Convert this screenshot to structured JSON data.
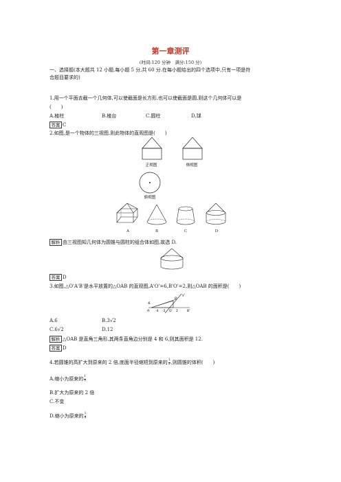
{
  "title": "第一章测评",
  "subtitle": "(时间:120 分钟　满分:150 分)",
  "section1": {
    "heading": "一、选择题(本大题共 12 小题,每小题 5 分,共 60 分.在每小题给出的四个选项中,只有一项是符",
    "heading_cont": "合题目要求的)"
  },
  "q1": {
    "stem": "1.用一个平面去截一个几何体,可以使截面是长方形,也可以使截面是圆,则这个几何体可以是",
    "stem_cont": "(　　)",
    "options": [
      "A.棱柱",
      "B.棱台",
      "C.圆柱",
      "D.球"
    ],
    "answer_tag": "答案",
    "answer": "C"
  },
  "q2": {
    "stem": "2.如图,是一个物体的三视图,则此物体的直观图是(　　)",
    "view_labels": [
      "正视图",
      "侧视图",
      "俯视图"
    ],
    "choice_labels": [
      "A",
      "B",
      "C",
      "D"
    ],
    "analysis_tag": "解析",
    "analysis": "由三视图知几何体为圆锥与圆柱的组合体如图,故选 D.",
    "answer_tag": "答案",
    "answer": "D"
  },
  "q3": {
    "stem": "3.如图,△O'A'B'是水平放置的△OAB 的直观图,A'O'=6,B'O'=2,则△OAB 的面积是(　　)",
    "fig": {
      "y": "y'",
      "B": "B'",
      "A": "A'",
      "O": "O'",
      "x": "x'",
      "x_right": "B'",
      "neg6": "-6",
      "n4": "-4",
      "n2": "-2",
      "n0": "O",
      "p2": "2"
    },
    "options": [
      "A.6",
      "B.3√2",
      "C.6√2",
      "D.12"
    ],
    "analysis_tag": "解析",
    "analysis": "△OAB 是直角三角形,其两条直角边分别是 4 和 6,则其面积是 12.",
    "answer_tag": "答案",
    "answer": "D"
  },
  "q4": {
    "stem": "4.若圆锥的高扩大到原来的 2 倍,底面半径缩短到原来的",
    "stem_frac": {
      "num": "1",
      "den": "2"
    },
    "stem_end": ",则圆锥的体积(　　)",
    "options": [
      {
        "text": "A.缩小为原来的",
        "num": "1",
        "den": "2"
      },
      {
        "text": "B.扩大为原来的 2 倍"
      },
      {
        "text": "C.不变"
      },
      {
        "text": "D.缩小为原来的",
        "num": "1",
        "den": "6"
      }
    ]
  }
}
